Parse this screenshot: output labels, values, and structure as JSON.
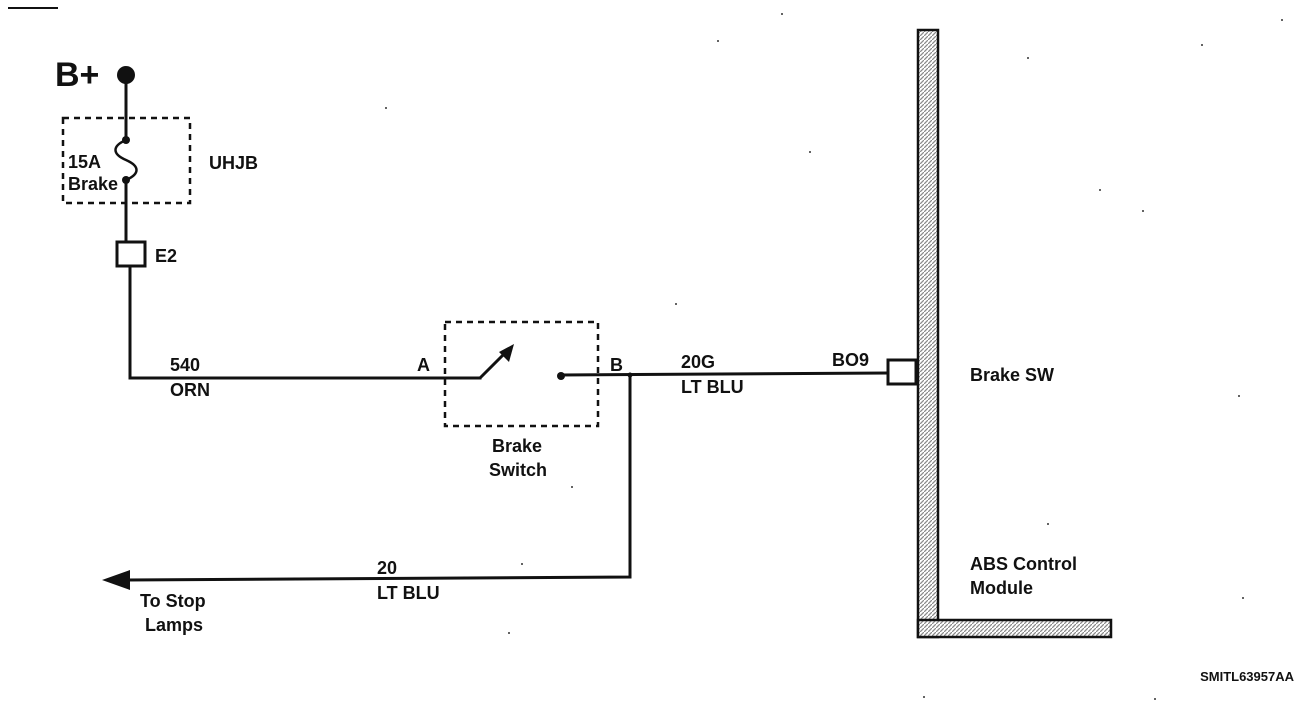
{
  "power": {
    "label": "B+"
  },
  "fuse_box": {
    "name": "UHJB",
    "fuse_rating": "15A",
    "fuse_name": "Brake"
  },
  "connector_e2": {
    "label": "E2"
  },
  "wire_540": {
    "circuit": "540",
    "color": "ORN"
  },
  "switch": {
    "pin_a": "A",
    "pin_b": "B",
    "name_line1": "Brake",
    "name_line2": "Switch"
  },
  "wire_20g": {
    "circuit": "20G",
    "color": "LT BLU"
  },
  "connector_bo9": {
    "label": "BO9"
  },
  "module": {
    "pin_name": "Brake SW",
    "name_line1": "ABS Control",
    "name_line2": "Module"
  },
  "wire_20": {
    "circuit": "20",
    "color": "LT BLU"
  },
  "destination": {
    "line1": "To Stop",
    "line2": "Lamps"
  },
  "figure_code": "SMITL63957AA",
  "colors": {
    "ink": "#111111",
    "paper": "#ffffff",
    "hatch": "#8a8a8a"
  }
}
